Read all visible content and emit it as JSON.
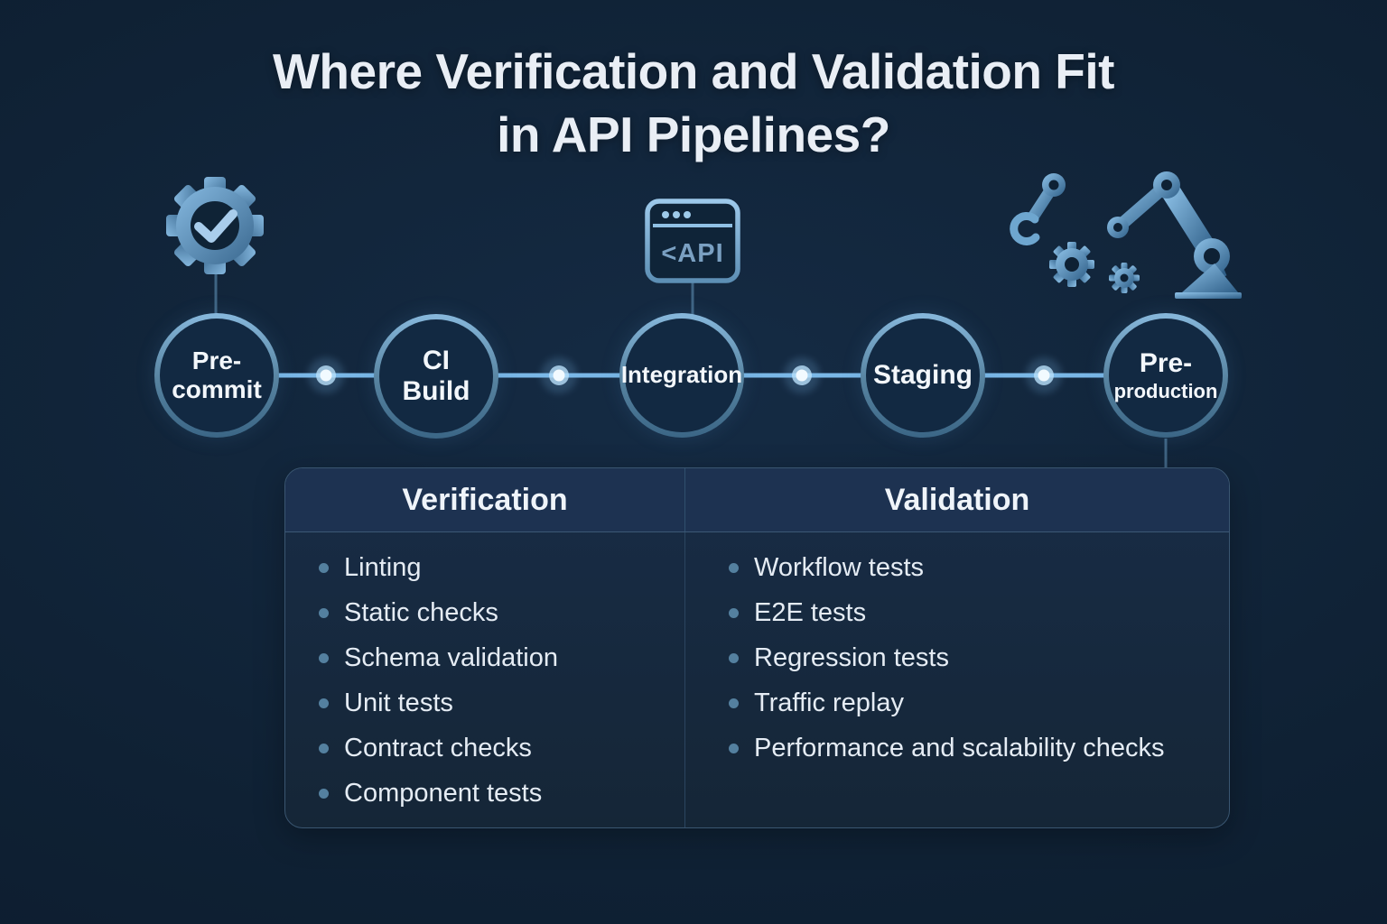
{
  "title": {
    "line1": "Where Verification and Validation Fit",
    "line2": "in API Pipelines?"
  },
  "pipeline": {
    "stages": [
      {
        "id": "pre-commit",
        "line1": "Pre-",
        "line2": "commit"
      },
      {
        "id": "ci-build",
        "line1": "CI",
        "line2": "Build"
      },
      {
        "id": "integration",
        "line1": "Integration",
        "line2": ""
      },
      {
        "id": "staging",
        "line1": "Staging",
        "line2": ""
      },
      {
        "id": "pre-production",
        "line1": "Pre-",
        "line2": "production"
      }
    ]
  },
  "icons": {
    "gear_check": "gear-with-checkmark",
    "api_window": "api-browser-window",
    "api_label": "<API",
    "robot_arm": "robotic-arm-with-gears"
  },
  "table": {
    "columns": [
      {
        "header": "Verification",
        "items": [
          "Linting",
          "Static checks",
          "Schema validation",
          "Unit tests",
          "Contract checks",
          "Component tests"
        ]
      },
      {
        "header": "Validation",
        "items": [
          "Workflow tests",
          "E2E tests",
          "Regression tests",
          "Traffic replay",
          "Performance and scalability checks"
        ]
      }
    ]
  },
  "colors": {
    "background": "#0f2134",
    "accent_light_blue": "#79b6e5",
    "ring_top": "#87b8dc",
    "ring_bottom": "#3b6686",
    "circle_fill": "#122942",
    "table_body": "#152637",
    "table_header": "#1d3251",
    "bullet": "#54809f",
    "text": "#e9eef5"
  }
}
